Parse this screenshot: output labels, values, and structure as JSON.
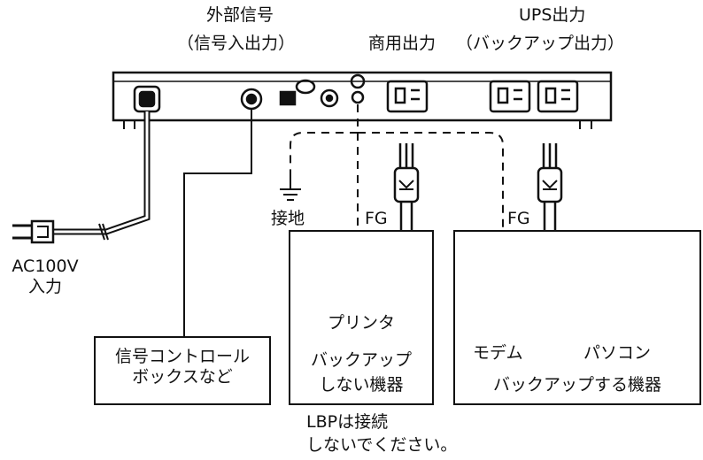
{
  "labels": {
    "external_signal_line1": "外部信号",
    "external_signal_line2": "（信号入出力）",
    "commercial_output": "商用出力",
    "ups_output_line1": "UPS出力",
    "ups_output_line2": "（バックアップ出力）",
    "ground": "接地",
    "fg_left": "FG",
    "fg_right": "FG",
    "ac_input_line1": "AC100V",
    "ac_input_line2": "入力",
    "signal_box_line1": "信号コントロール",
    "signal_box_line2": "ボックスなど",
    "printer": "プリンタ",
    "no_backup_line1": "バックアップ",
    "no_backup_line2": "しない機器",
    "modem": "モデム",
    "pc": "パソコン",
    "backup_devices": "バックアップする機器",
    "lbp_note_line1": "LBPは接続",
    "lbp_note_line2": "しないでください。"
  },
  "icons": [
    "ups-unit-icon",
    "ac-plug-icon",
    "power-plug-icon",
    "printer-icon",
    "modem-icon",
    "pc-icon",
    "ground-icon"
  ]
}
